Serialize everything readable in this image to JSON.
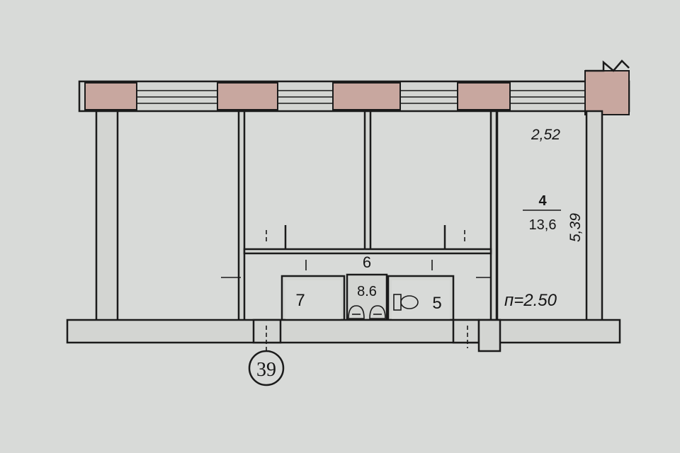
{
  "plan": {
    "top_dimension": "2,52",
    "room_4": {
      "number": "4",
      "area": "13,6"
    },
    "side_dimension": "5,39",
    "ceiling_height": "п=2.50",
    "corridor_number": "6",
    "room_7": "7",
    "room_wc_area": "8.6",
    "room_5": "5",
    "axis_label": "39"
  },
  "colors": {
    "paper": "#d8dad8",
    "brick_pier": "#c8a79f",
    "ink": "#1b1b1b"
  }
}
